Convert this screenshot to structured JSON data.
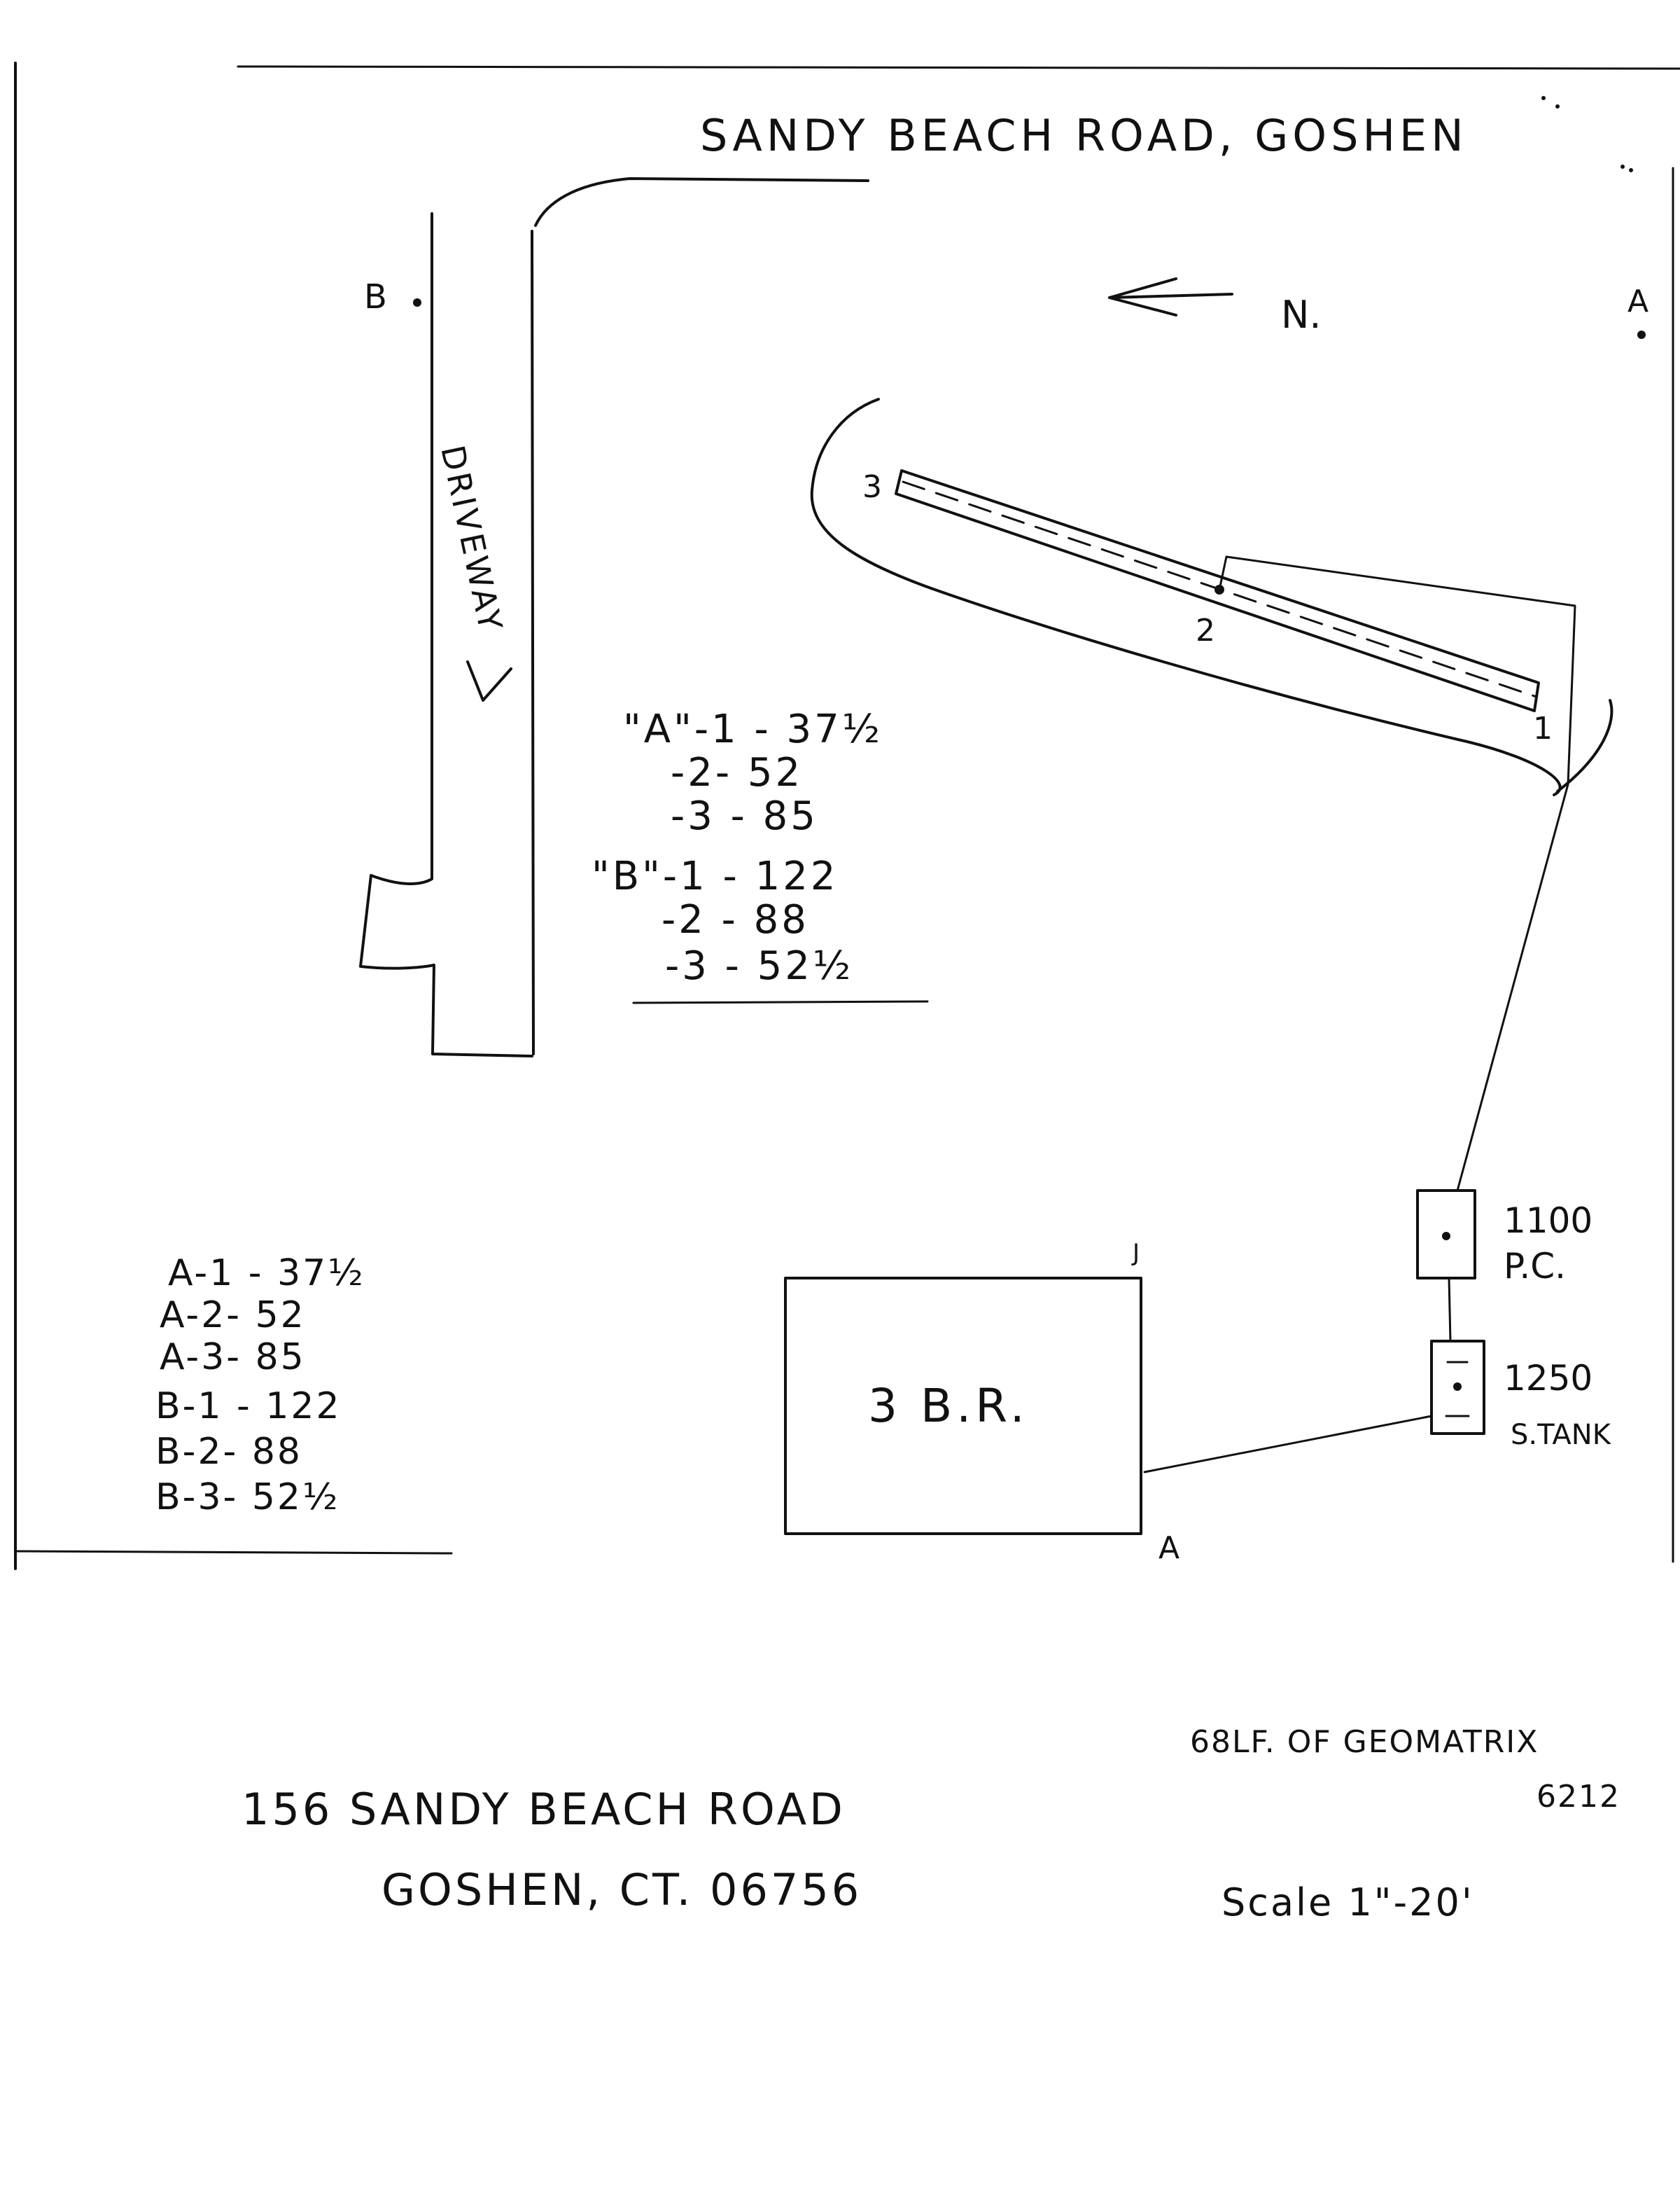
{
  "road": {
    "title": "SANDY BEACH ROAD, GOSHEN"
  },
  "north_arrow": {
    "label": "N."
  },
  "driveway": {
    "label": "DRIVEWAY"
  },
  "reference_points": {
    "a_label": "A",
    "b_label": "B"
  },
  "trench": {
    "point_1": "1",
    "point_2": "2",
    "point_3": "3"
  },
  "measurements_table_1": [
    {
      "text": "\"A\"-1 - 37½"
    },
    {
      "text": "-2- 52"
    },
    {
      "text": "-3 - 85"
    },
    {
      "text": "\"B\"-1 - 122"
    },
    {
      "text": "-2 - 88"
    },
    {
      "text": "-3 - 52½"
    }
  ],
  "measurements_table_2": [
    {
      "text": "A-1 - 37½"
    },
    {
      "text": "A-2- 52"
    },
    {
      "text": "A-3- 85"
    },
    {
      "text": "B-1 - 122"
    },
    {
      "text": "B-2- 88"
    },
    {
      "text": "B-3- 52½"
    }
  ],
  "house": {
    "label": "3 B.R.",
    "corner_a": "A",
    "corner_j": "J"
  },
  "pump_chamber": {
    "capacity": "1100",
    "label": "P.C."
  },
  "septic_tank": {
    "capacity": "1250",
    "label": "S.TANK"
  },
  "notes": {
    "geomatrix_line1": "68LF. OF GEOMATRIX",
    "geomatrix_line2": "6212",
    "scale": "Scale 1\"-20'"
  },
  "address": {
    "line1": "156 SANDY BEACH ROAD",
    "line2": "GOSHEN, CT. 06756"
  }
}
